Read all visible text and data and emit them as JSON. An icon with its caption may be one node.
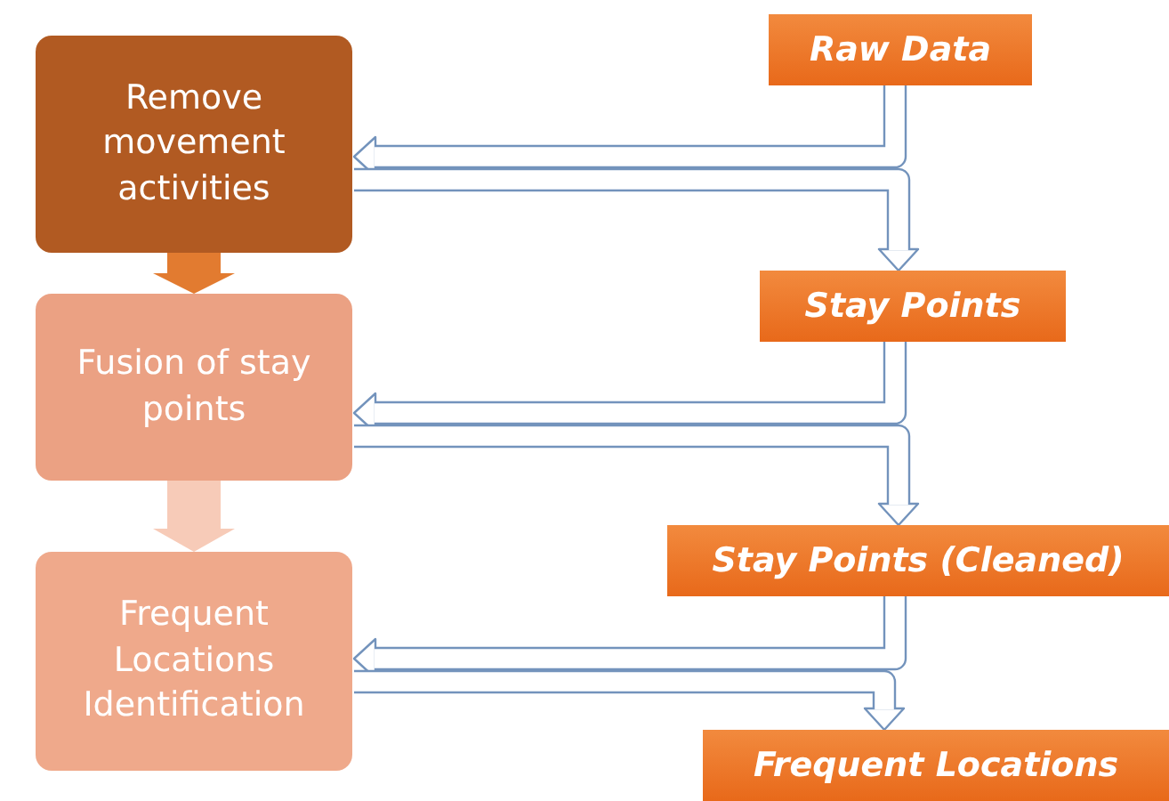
{
  "diagram": {
    "nodes": [
      {
        "text": [
          "Remove movement activities"
        ]
      },
      {
        "text": [
          "Fusion of stay points"
        ]
      },
      {
        "text": [
          "Frequent Locations Identification"
        ]
      },
      {
        "text": [
          "Raw Data"
        ]
      },
      {
        "text": [
          "Stay Points"
        ]
      },
      {
        "text": [
          "Stay Points (Cleaned)"
        ]
      },
      {
        "text": [
          "Frequent Locations"
        ]
      }
    ],
    "edges": [
      {
        "from": 0,
        "to": 1,
        "arrow": "to",
        "style": "thick",
        "color": "#e27b30"
      },
      {
        "from": 1,
        "to": 2,
        "arrow": "to",
        "style": "thick",
        "color": "#f7cbb8"
      },
      {
        "from": 3,
        "to": 0,
        "arrow": "to"
      },
      {
        "from": 0,
        "to": 4,
        "arrow": "to"
      },
      {
        "from": 4,
        "to": 1,
        "arrow": "to"
      },
      {
        "from": 1,
        "to": 5,
        "arrow": "to"
      },
      {
        "from": 5,
        "to": 2,
        "arrow": "to"
      },
      {
        "from": 2,
        "to": 6,
        "arrow": "to"
      }
    ]
  }
}
